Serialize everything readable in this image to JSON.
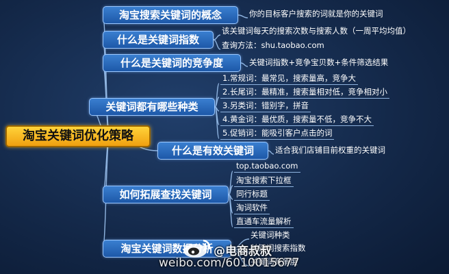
{
  "central": "淘宝关键词优化策略",
  "branches": [
    {
      "label": "淘宝搜索关键词的概念",
      "leaves": [
        "你的目标客户搜索的词就是你的关键词"
      ]
    },
    {
      "label": "什么是关键词指数",
      "leaves": [
        "该关键词每天的搜索次数与搜索人数（一周平均均值）",
        "查询方法：shu.taobao.com"
      ]
    },
    {
      "label": "什么是关键词的竞争度",
      "leaves": [
        "关键词指数+竞争宝贝数+条件筛选结果"
      ]
    },
    {
      "label": "关键词都有哪些种类",
      "leaves": [
        "1.常规词：最常见，搜索量高，竞争大",
        "2.长尾词：最精准，搜索量相对低，竞争相对小",
        "3.另类词：错别字，拼音",
        "4.黄金词：最优质，搜索量不低，竞争不大",
        "5.促销词：能吸引客户点击的词"
      ]
    },
    {
      "label": "什么是有效关键词",
      "leaves": [
        "适合我们店铺目前权重的关键词"
      ]
    },
    {
      "label": "如何拓展查找关键词",
      "leaves": [
        "top.taobao.com",
        "淘宝搜索下拉框",
        "同行标题",
        "淘词软件",
        "直通车流量解析"
      ]
    },
    {
      "label": "淘宝关键词数据分析",
      "leaves": [
        "关键词种类",
        "关键词搜索指数",
        "关键词竞争度"
      ]
    }
  ],
  "watermark": {
    "handle": "@电商叔叔",
    "url": "weibo.com/6010015677"
  },
  "colors": {
    "background": "#14294a",
    "central_fill": "#f5b51d",
    "branch_fill": "#2a6cc0",
    "connector": "#8fb4e0"
  }
}
